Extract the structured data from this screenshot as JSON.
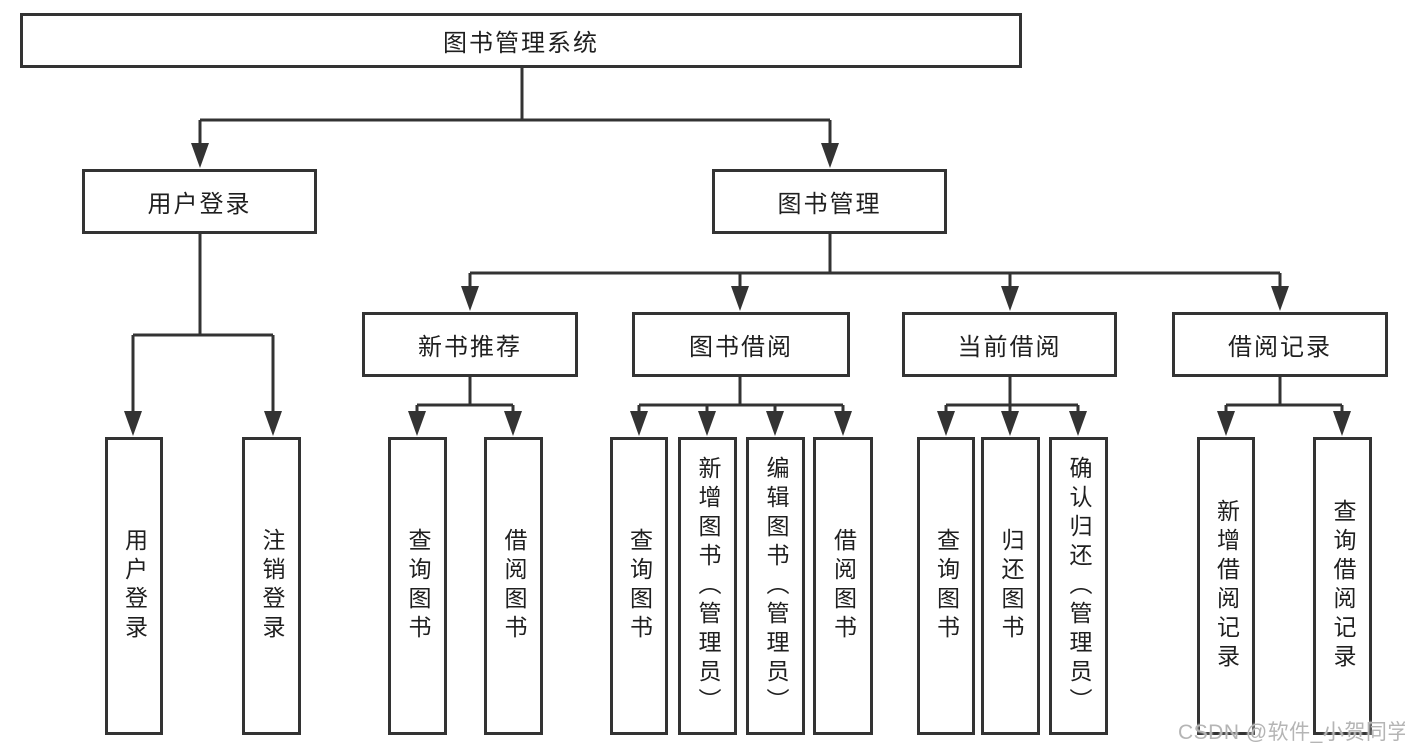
{
  "diagram": {
    "title": "图书管理系统",
    "root": {
      "label": "图书管理系统"
    },
    "level2": [
      {
        "label": "用户登录"
      },
      {
        "label": "图书管理"
      }
    ],
    "level3": [
      {
        "label": "新书推荐"
      },
      {
        "label": "图书借阅"
      },
      {
        "label": "当前借阅"
      },
      {
        "label": "借阅记录"
      }
    ],
    "leaves": [
      {
        "label": "用户登录"
      },
      {
        "label": "注销登录"
      },
      {
        "label": "查询图书"
      },
      {
        "label": "借阅图书"
      },
      {
        "label": "查询图书"
      },
      {
        "label": "新增图书（管理员）"
      },
      {
        "label": "编辑图书（管理员）"
      },
      {
        "label": "借阅图书"
      },
      {
        "label": "查询图书"
      },
      {
        "label": "归还图书"
      },
      {
        "label": "确认归还（管理员）"
      },
      {
        "label": "新增借阅记录"
      },
      {
        "label": "查询借阅记录"
      }
    ]
  },
  "watermark": {
    "text": "CSDN @软件_小贺同学"
  },
  "colors": {
    "line": "#333333",
    "text": "#1f1f1f",
    "watermark": "#b5b5b5",
    "background": "#ffffff"
  }
}
